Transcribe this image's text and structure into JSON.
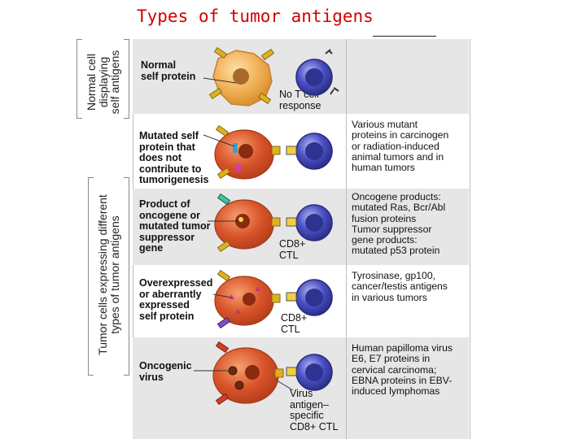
{
  "title": "Types of tumor antigens",
  "side_labels": {
    "normal": "Normal cell\ndisplaying\nself antigens",
    "tumor": "Tumor cells expressing different\ntypes of tumor antigens"
  },
  "rows": [
    {
      "label": "Normal\nself protein",
      "tcell_label": "No T cell\nresponse",
      "description": ""
    },
    {
      "label": "Mutated self\nprotein that\ndoes not\ncontribute to\ntumorigenesis",
      "tcell_label": "",
      "description": "Various mutant\nproteins in carcinogen\nor radiation-induced\nanimal tumors and in\nhuman tumors"
    },
    {
      "label": "Product of\noncogene or\nmutated tumor\nsuppressor\ngene",
      "tcell_label": "CD8+\nCTL",
      "description": "Oncogene products:\nmutated Ras, Bcr/Abl\nfusion proteins\nTumor suppressor\ngene products:\nmutated p53 protein"
    },
    {
      "label": "Overexpressed\nor aberrantly\nexpressed\nself protein",
      "tcell_label": "CD8+\nCTL",
      "description": "Tyrosinase, gp100,\ncancer/testis antigens\nin various tumors"
    },
    {
      "label": "Oncogenic\nvirus",
      "tcell_label": "Virus\nantigen–\nspecific\nCD8+ CTL",
      "description": "Human papilloma virus\nE6, E7 proteins in\ncervical carcinoma;\nEBNA proteins in EBV-\ninduced lymphomas"
    }
  ],
  "colors": {
    "title": "#d40000",
    "tumor_cell": "#d9542a",
    "normal_cell": "#f0b055",
    "t_cell": "#4a50c4",
    "receptor": "#e0b020",
    "row_bg": "#e6e6e6"
  }
}
